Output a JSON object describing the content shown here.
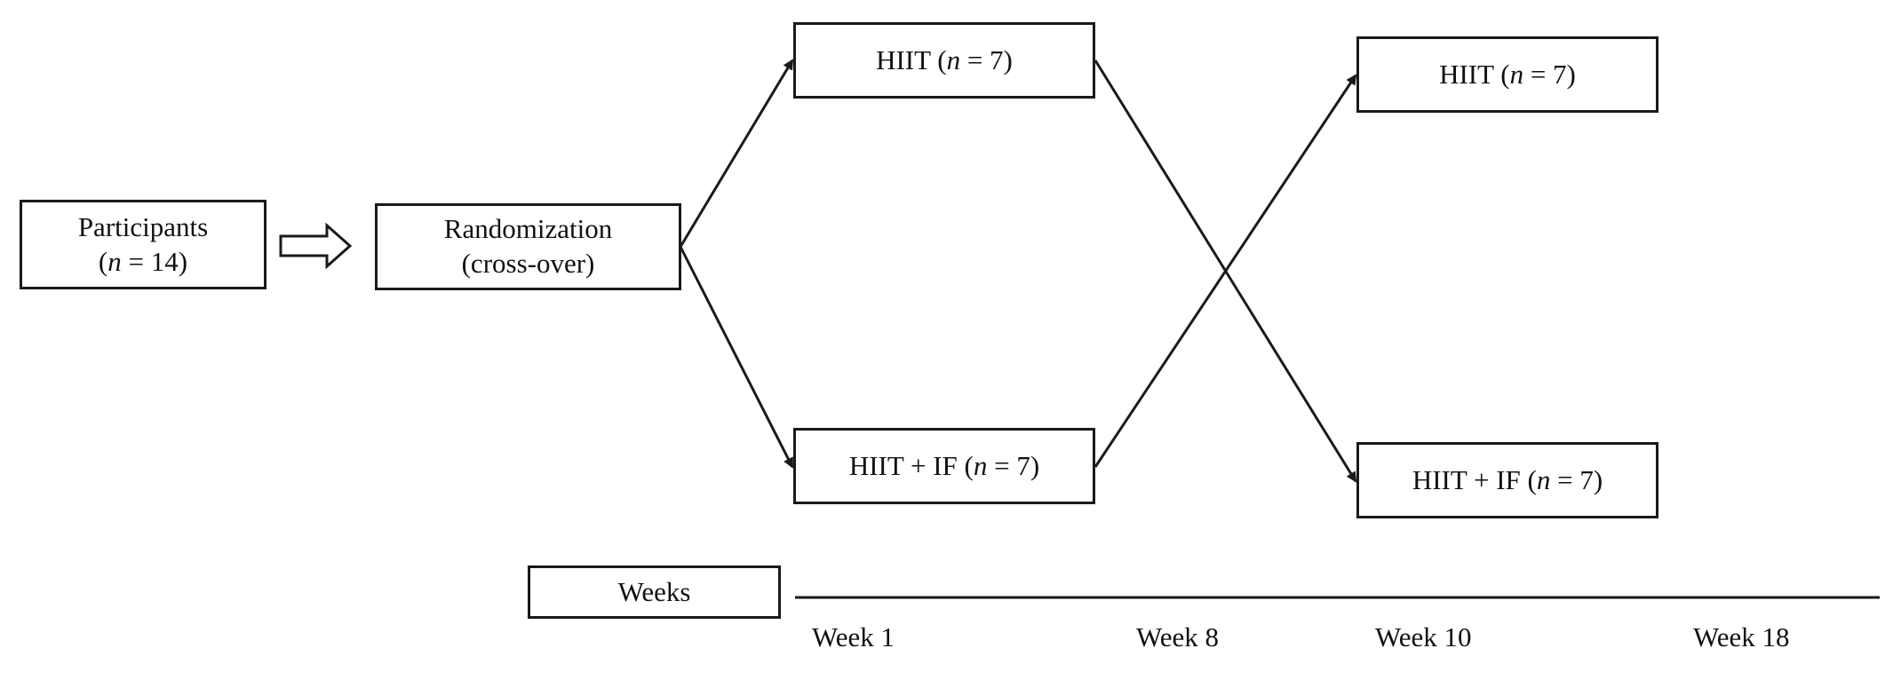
{
  "participants": {
    "line1": "Participants",
    "line2_open": "(",
    "line2_var": "n",
    "line2_rest": " = 14)"
  },
  "randomization": {
    "line1": "Randomization",
    "line2": "(cross-over)"
  },
  "groups": {
    "period1_top": {
      "label": "HIIT (",
      "var": "n",
      "rest": " = 7)"
    },
    "period1_bottom": {
      "label": "HIIT + IF (",
      "var": "n",
      "rest": " = 7)"
    },
    "period2_top": {
      "label": "HIIT (",
      "var": "n",
      "rest": " = 7)"
    },
    "period2_bottom": {
      "label": "HIIT + IF (",
      "var": "n",
      "rest": " = 7)"
    }
  },
  "timeline": {
    "title": "Weeks",
    "weeks": [
      "Week 1",
      "Week 8",
      "Week 10",
      "Week 18"
    ]
  }
}
